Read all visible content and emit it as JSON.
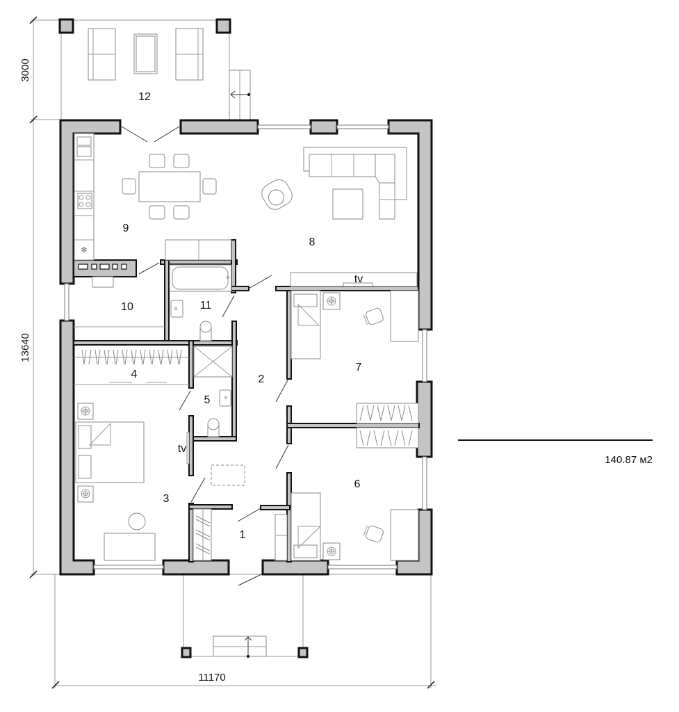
{
  "plan": {
    "total_area": "140.87 м2",
    "dimensions": {
      "terrace_depth": "3000",
      "house_depth": "13640",
      "house_width": "11170"
    },
    "rooms": [
      {
        "id": "1",
        "label": "1"
      },
      {
        "id": "2",
        "label": "2"
      },
      {
        "id": "3",
        "label": "3"
      },
      {
        "id": "4",
        "label": "4"
      },
      {
        "id": "5",
        "label": "5"
      },
      {
        "id": "6",
        "label": "6"
      },
      {
        "id": "7",
        "label": "7"
      },
      {
        "id": "8",
        "label": "8"
      },
      {
        "id": "9",
        "label": "9"
      },
      {
        "id": "10",
        "label": "10"
      },
      {
        "id": "11",
        "label": "11"
      },
      {
        "id": "12",
        "label": "12"
      }
    ],
    "annotations": {
      "tv_living": "tv",
      "tv_bedroom": "tv"
    },
    "colors": {
      "wall_fill": "#c4c4c4",
      "wall_stroke": "#111111",
      "furniture_stroke": "#8a8a8a"
    }
  }
}
